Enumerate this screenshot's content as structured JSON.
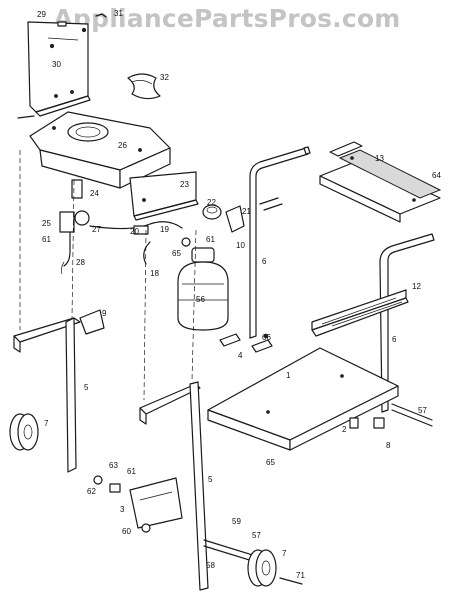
{
  "watermark": "AppliancePartsPros.com",
  "callouts": [
    {
      "id": "c29",
      "label": "29"
    },
    {
      "id": "c31",
      "label": "31"
    },
    {
      "id": "c30",
      "label": "30"
    },
    {
      "id": "c32",
      "label": "32"
    },
    {
      "id": "c26",
      "label": "26"
    },
    {
      "id": "c23",
      "label": "23"
    },
    {
      "id": "c22",
      "label": "22"
    },
    {
      "id": "c24",
      "label": "24"
    },
    {
      "id": "c25",
      "label": "25"
    },
    {
      "id": "c27",
      "label": "27"
    },
    {
      "id": "c61a",
      "label": "61"
    },
    {
      "id": "c28",
      "label": "28"
    },
    {
      "id": "c20",
      "label": "20"
    },
    {
      "id": "c19",
      "label": "19"
    },
    {
      "id": "c65a",
      "label": "65"
    },
    {
      "id": "c61b",
      "label": "61"
    },
    {
      "id": "c18",
      "label": "18"
    },
    {
      "id": "c21",
      "label": "21"
    },
    {
      "id": "c10",
      "label": "10"
    },
    {
      "id": "c6a",
      "label": "6"
    },
    {
      "id": "c13",
      "label": "13"
    },
    {
      "id": "c64",
      "label": "64"
    },
    {
      "id": "c12",
      "label": "12"
    },
    {
      "id": "c6b",
      "label": "6"
    },
    {
      "id": "c56",
      "label": "56"
    },
    {
      "id": "c9",
      "label": "9"
    },
    {
      "id": "c66",
      "label": "66"
    },
    {
      "id": "c4",
      "label": "4"
    },
    {
      "id": "c1",
      "label": "1"
    },
    {
      "id": "c5a",
      "label": "5"
    },
    {
      "id": "c7a",
      "label": "7"
    },
    {
      "id": "c57a",
      "label": "57"
    },
    {
      "id": "c2",
      "label": "2"
    },
    {
      "id": "c8",
      "label": "8"
    },
    {
      "id": "c65b",
      "label": "65"
    },
    {
      "id": "c63",
      "label": "63"
    },
    {
      "id": "c61c",
      "label": "61"
    },
    {
      "id": "c62",
      "label": "62"
    },
    {
      "id": "c5b",
      "label": "5"
    },
    {
      "id": "c3",
      "label": "3"
    },
    {
      "id": "c60",
      "label": "60"
    },
    {
      "id": "c59",
      "label": "59"
    },
    {
      "id": "c57b",
      "label": "57"
    },
    {
      "id": "c58",
      "label": "58"
    },
    {
      "id": "c7b",
      "label": "7"
    },
    {
      "id": "c71",
      "label": "71"
    }
  ]
}
